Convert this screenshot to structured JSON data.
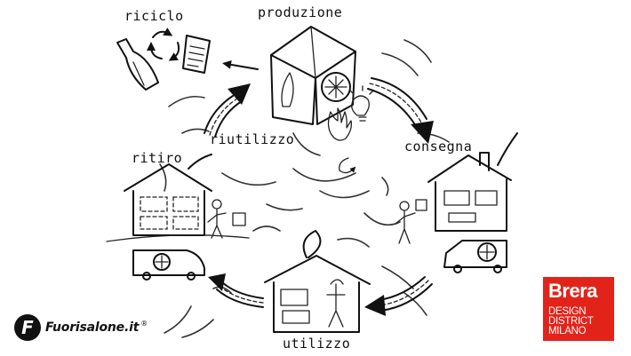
{
  "diagram": {
    "labels": {
      "riciclo": "riciclo",
      "produzione": "produzione",
      "consegna": "consegna",
      "ritiro": "ritiro",
      "riutilizzo": "riutilizzo",
      "utilizzo": "utilizzo"
    }
  },
  "logos": {
    "fuorisalone": {
      "mark": "F",
      "text": "Fuorisalone.it",
      "reg": "®"
    },
    "brera": {
      "title": "Brera",
      "line1": "DESIGN",
      "line2": "DISTRICT",
      "line3": "MILANO",
      "color": "#e2231a"
    }
  }
}
